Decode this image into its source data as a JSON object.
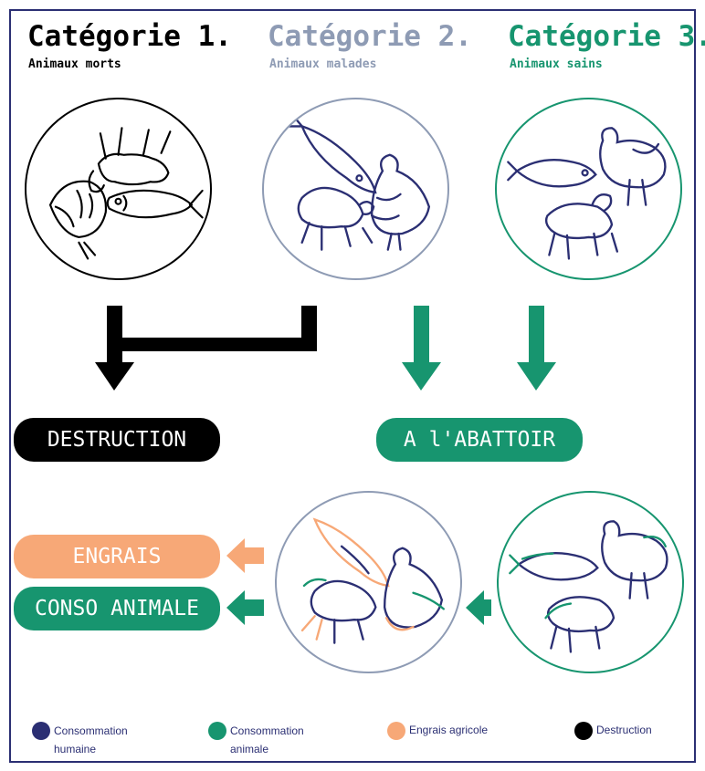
{
  "categories": [
    {
      "title": "Catégorie 1.",
      "subtitle": "Animaux morts",
      "color": "#000000"
    },
    {
      "title": "Catégorie 2.",
      "subtitle": "Animaux malades",
      "color": "#8e9bb4"
    },
    {
      "title": "Catégorie 3.",
      "subtitle": "Animaux sains",
      "color": "#17956f"
    }
  ],
  "outcomes": {
    "destruction": "DESTRUCTION",
    "abattoir": "A l'ABATTOIR",
    "engrais": "ENGRAIS",
    "conso_animale": "CONSO ANIMALE"
  },
  "legend": [
    {
      "label": "Consommation humaine",
      "color": "#2b2f73"
    },
    {
      "label": "Consommation animale",
      "color": "#17956f"
    },
    {
      "label": "Engrais agricole",
      "color": "#f7a877"
    },
    {
      "label": "Destruction",
      "color": "#000000"
    }
  ],
  "colors": {
    "navy": "#2b2f73",
    "green": "#17956f",
    "orange": "#f7a877",
    "grey": "#8e9bb4",
    "black": "#000000"
  }
}
